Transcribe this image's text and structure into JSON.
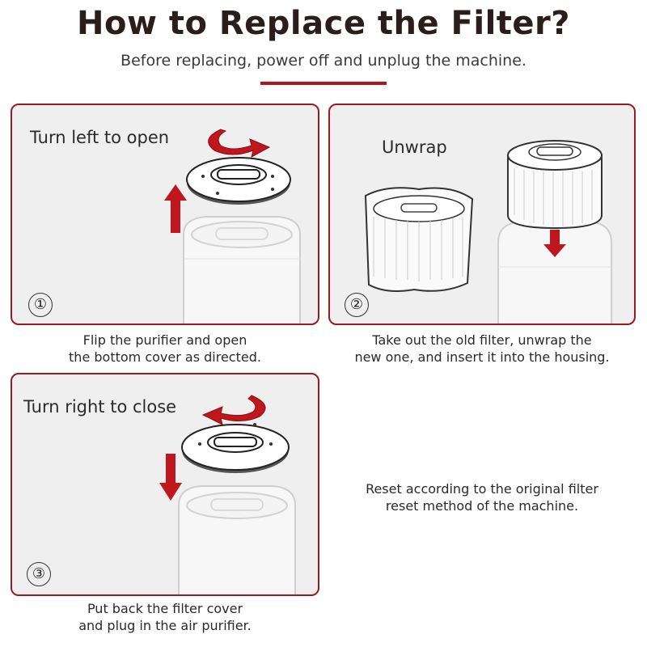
{
  "header": {
    "title": "How to Replace the Filter?",
    "subtitle": "Before replacing, power off and unplug the machine."
  },
  "colors": {
    "accent": "#b7121d",
    "panel_border": "#9b1b22",
    "panel_bg": "#efefef"
  },
  "steps": [
    {
      "number": "①",
      "label": "Turn left to open",
      "caption_lines": [
        "Flip the purifier and open",
        "the bottom cover as directed."
      ],
      "icons": [
        "curved-arrow-icon",
        "up-arrow-icon",
        "filter-cover-icon",
        "purifier-icon"
      ]
    },
    {
      "number": "②",
      "label": "Unwrap",
      "caption_lines": [
        "Take out the old filter, unwrap the",
        "new one, and insert it into the housing."
      ],
      "icons": [
        "wrapped-filter-icon",
        "new-filter-icon",
        "down-arrow-icon",
        "purifier-icon"
      ]
    },
    {
      "number": "③",
      "label": "Turn right to close",
      "caption_lines": [
        "Put back the filter cover",
        "and plug in the air purifier."
      ],
      "icons": [
        "curved-arrow-icon",
        "down-arrow-icon",
        "filter-cover-icon",
        "purifier-icon"
      ]
    }
  ],
  "reset_note": {
    "lines": [
      "Reset according to the original filter",
      "reset method of the machine."
    ]
  }
}
